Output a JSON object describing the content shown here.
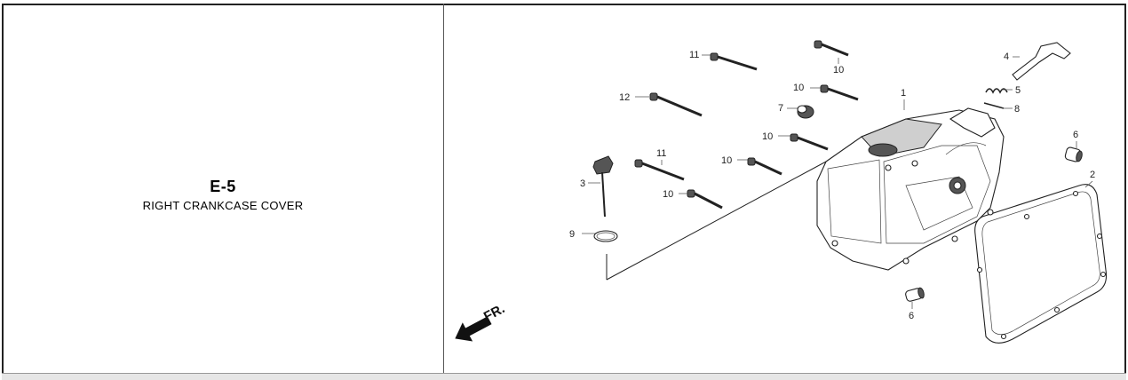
{
  "section": {
    "code": "E-5",
    "title": "RIGHT CRANKCASE COVER"
  },
  "diagram": {
    "direction_label": "FR.",
    "callouts": {
      "c1": "1",
      "c2": "2",
      "c3": "3",
      "c4": "4",
      "c5": "5",
      "c6a": "6",
      "c6b": "6",
      "c7": "7",
      "c8": "8",
      "c9": "9",
      "c10a": "10",
      "c10b": "10",
      "c10c": "10",
      "c10d": "10",
      "c10e": "10",
      "c11a": "11",
      "c11b": "11",
      "c12": "12"
    }
  }
}
